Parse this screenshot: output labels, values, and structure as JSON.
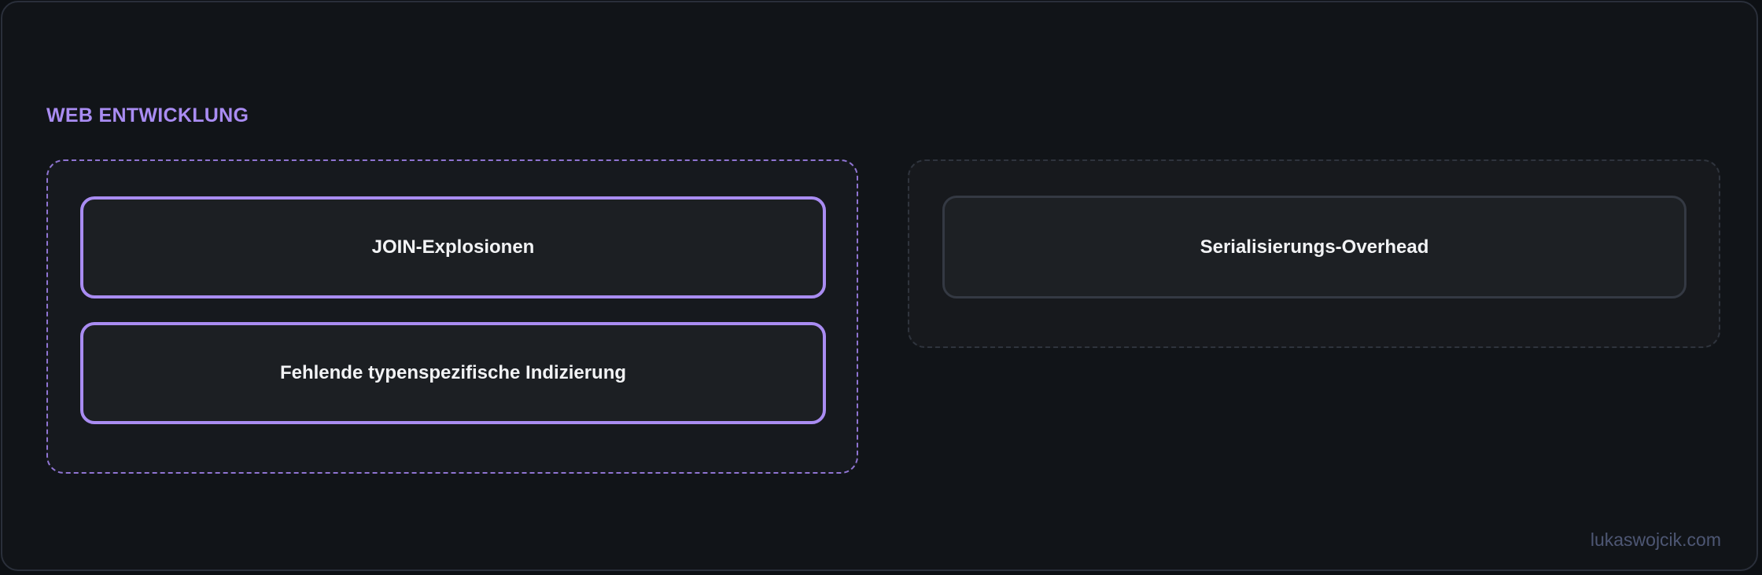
{
  "diagram": {
    "section_title": "WEB ENTWICKLUNG",
    "left_group": {
      "nodes": [
        {
          "label": "JOIN-Explosionen"
        },
        {
          "label": "Fehlende typenspezifische Indizierung"
        }
      ]
    },
    "right_group": {
      "nodes": [
        {
          "label": "Serialisierungs-Overhead"
        }
      ]
    },
    "watermark": "lukaswojcik.com"
  },
  "colors": {
    "background": "#111418",
    "frame_border": "#2a2f3a",
    "accent": "#a98cf2",
    "muted_border": "#343943",
    "text": "#f2f3f5",
    "watermark": "#4e5774"
  }
}
